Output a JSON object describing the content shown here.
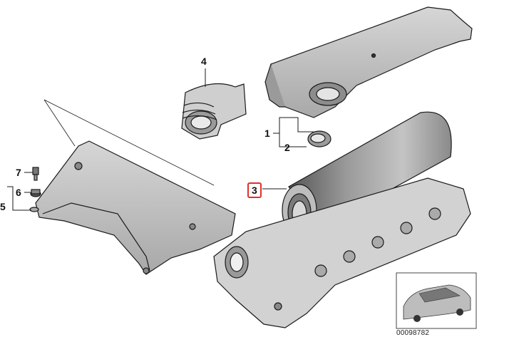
{
  "diagram": {
    "callouts": [
      {
        "id": "part-1",
        "label": "1"
      },
      {
        "id": "part-2",
        "label": "2"
      },
      {
        "id": "part-3",
        "label": "3",
        "highlighted": true
      },
      {
        "id": "part-4",
        "label": "4"
      },
      {
        "id": "part-5",
        "label": "5"
      },
      {
        "id": "part-6",
        "label": "6"
      },
      {
        "id": "part-7",
        "label": "7"
      }
    ],
    "reference_code": "00098782",
    "highlight_color": "#e0302a",
    "line_color": "#1a1a1a",
    "shade_color": "#bdbdbd"
  }
}
